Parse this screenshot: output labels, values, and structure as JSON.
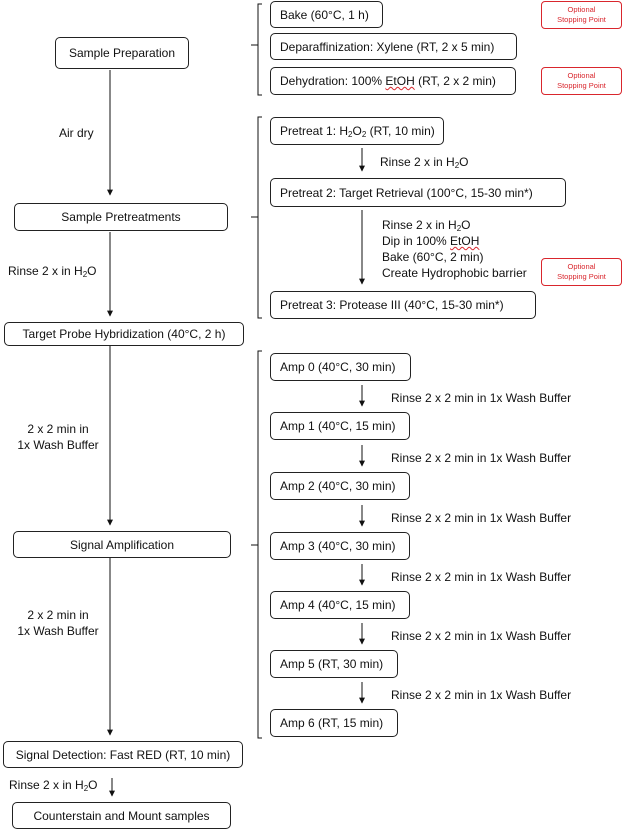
{
  "left": {
    "sample_preparation": "Sample Preparation",
    "air_dry": "Air dry",
    "sample_pretreatments": "Sample Pretreatments",
    "rinse_prefix": "Rinse 2 x in H",
    "h2o_sub": "2",
    "h2o_tail": "O",
    "target_probe": "Target Probe Hybridization (40°C, 2 h)",
    "wash_line1": "2 x 2 min in",
    "wash_line2": "1x Wash Buffer",
    "signal_amplification": "Signal Amplification",
    "signal_detection": "Signal Detection: Fast RED (RT, 10 min)",
    "counterstain": "Counterstain and Mount samples"
  },
  "prep": {
    "bake": "Bake (60°C, 1 h)",
    "deparaffinization": "Deparaffinization: Xylene (RT, 2 x 5 min)",
    "dehydration_prefix": "Dehydration: 100% ",
    "etoh": "EtOH",
    "dehydration_suffix": " (RT, 2 x 2 min)"
  },
  "stop": {
    "line1": "Optional",
    "line2": "Stopping Point"
  },
  "pretreat": {
    "p1_prefix": "Pretreat 1: H",
    "p1_sub": "2",
    "p1_mid": "O",
    "p1_sub2": "2",
    "p1_suffix": " (RT, 10 min)",
    "p2": "Pretreat 2: Target Retrieval (100°C, 15-30 min*)",
    "dip_prefix": "Dip in 100% ",
    "bake_short": "Bake (60°C, 2 min)",
    "barrier": "Create Hydrophobic barrier",
    "p3": "Pretreat 3: Protease III (40°C, 15-30 min*)"
  },
  "amp": {
    "items": [
      "Amp 0 (40°C, 30 min)",
      "Amp 1 (40°C, 15 min)",
      "Amp 2 (40°C, 30 min)",
      "Amp 3 (40°C, 30 min)",
      "Amp 4 (40°C, 15 min)",
      "Amp 5 (RT, 30 min)",
      "Amp 6 (RT, 15 min)"
    ],
    "rinse": "Rinse 2 x 2 min in 1x Wash Buffer"
  }
}
